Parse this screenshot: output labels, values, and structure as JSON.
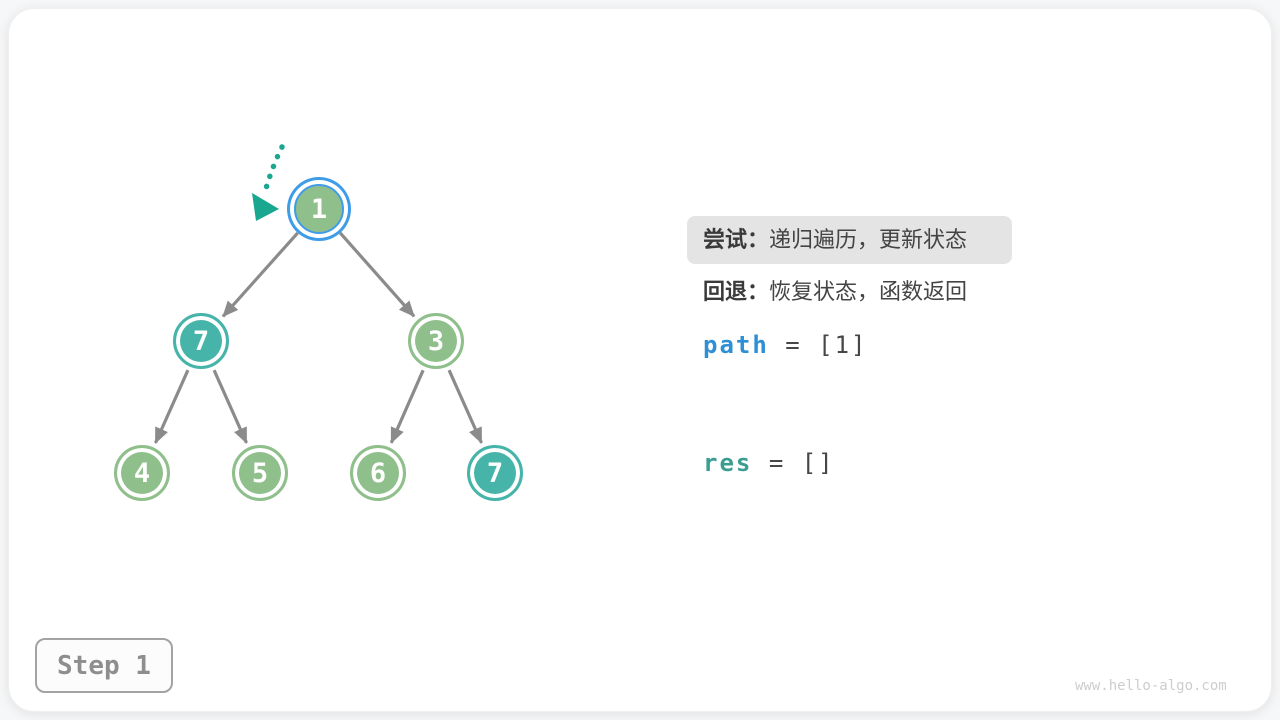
{
  "panel": {
    "try": {
      "label": "尝试：",
      "text": "递归遍历，更新状态"
    },
    "back": {
      "label": "回退：",
      "text": "恢复状态，函数返回"
    },
    "path": {
      "name": "path",
      "value": "= [1]"
    },
    "res": {
      "name": "res",
      "value": "= []"
    }
  },
  "tree": {
    "nodes": [
      {
        "label": "1",
        "role": "current"
      },
      {
        "label": "7",
        "role": "target"
      },
      {
        "label": "3",
        "role": "normal"
      },
      {
        "label": "4",
        "role": "normal"
      },
      {
        "label": "5",
        "role": "normal"
      },
      {
        "label": "6",
        "role": "normal"
      },
      {
        "label": "7",
        "role": "target"
      }
    ],
    "edges": [
      [
        "1",
        "7"
      ],
      [
        "1",
        "3"
      ],
      [
        "7",
        "4"
      ],
      [
        "7",
        "5"
      ],
      [
        "3",
        "6"
      ],
      [
        "3",
        "7"
      ]
    ]
  },
  "step": {
    "label": "Step 1"
  },
  "watermark": "www.hello-algo.com",
  "colors": {
    "node_green": "#8FBF8B",
    "node_teal": "#47B4AA",
    "current_ring_blue": "#3F9CE8",
    "edge_gray": "#8B8B8B",
    "traversal_arrow_teal": "#19A88F",
    "path_var_blue": "#2E8FD6",
    "res_var_teal": "#3A9D92",
    "highlight_bg": "#E4E4E4"
  }
}
